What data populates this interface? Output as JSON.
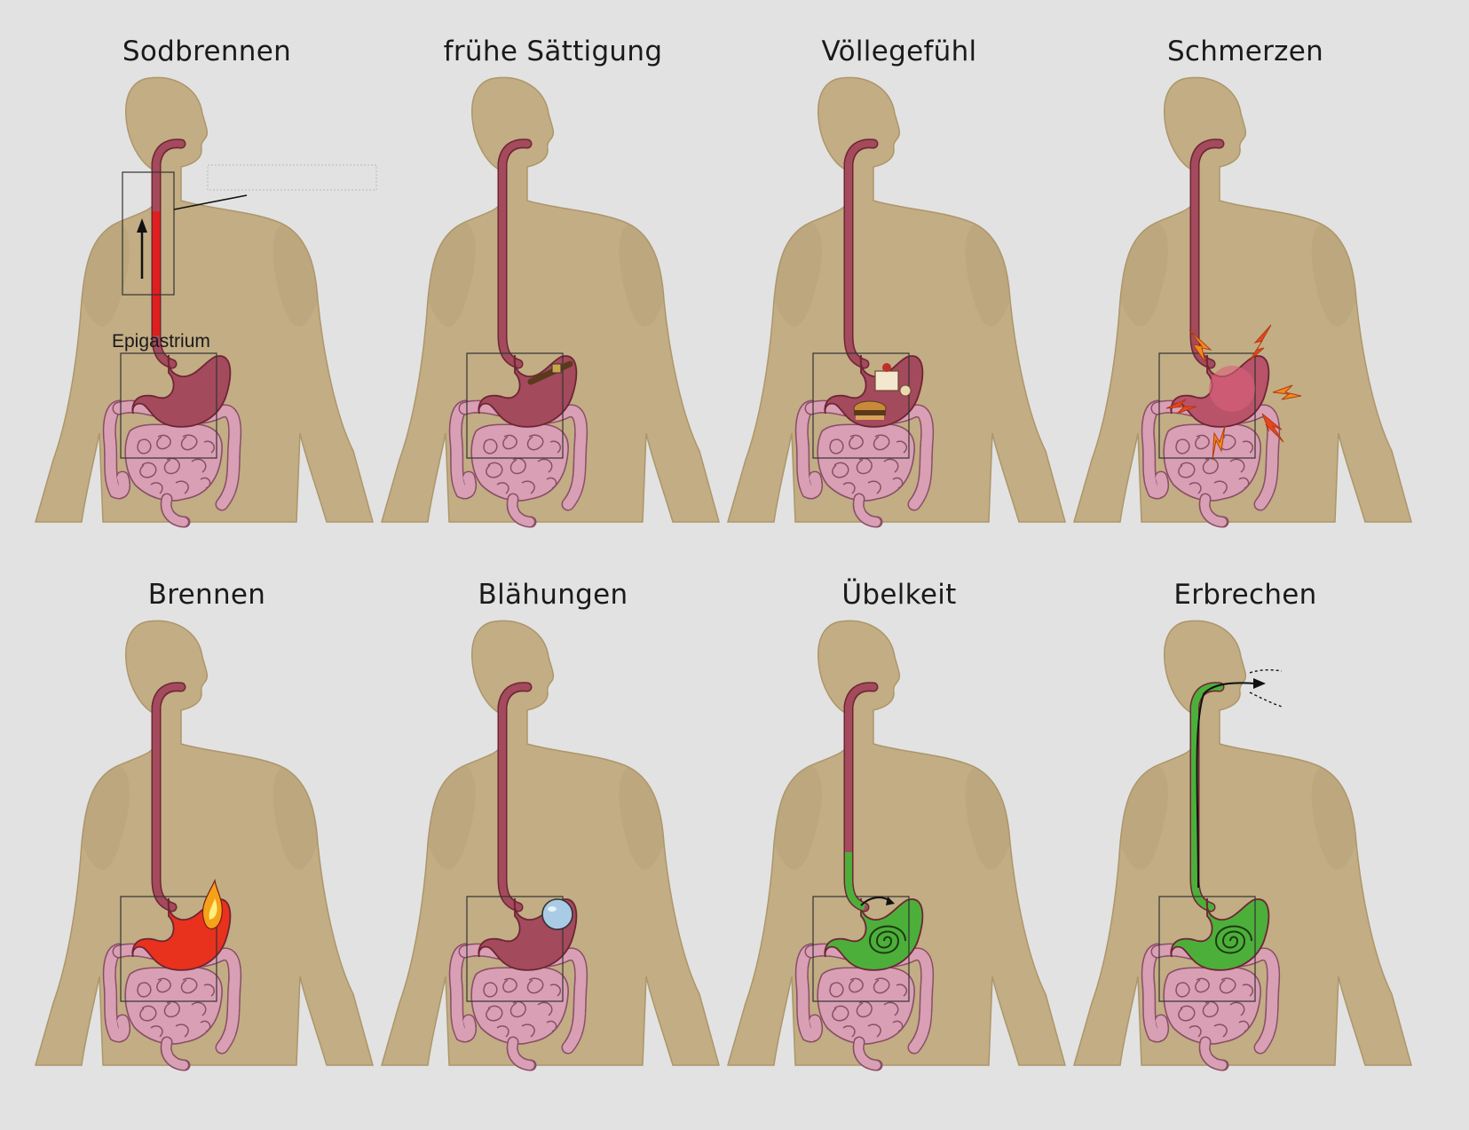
{
  "figure": {
    "background": "#e2e2e2",
    "colors": {
      "body": "#c2ad84",
      "body_shade": "#ad966a",
      "organ": "#a34a5c",
      "organ_dark": "#6e2534",
      "intestine": "#d9a0b5",
      "intestine_dark": "#8a4f66",
      "acid_red": "#e01e1e",
      "fire_red": "#e8321e",
      "fire_orange": "#f5a21a",
      "nausea_green": "#4caf3a",
      "bubble_blue": "#a9cbe6",
      "bolt_orange": "#f28c1a",
      "bolt_red": "#e8461f"
    },
    "annotations": {
      "epigastrium_label": "Epigastrium"
    },
    "panels": [
      {
        "id": "sodbrennen",
        "title": "Sodbrennen",
        "symbol": "arrow-up-icon"
      },
      {
        "id": "fruehe-saettigung",
        "title": "frühe Sättigung",
        "symbol": "belt-icon"
      },
      {
        "id": "voellegefuehl",
        "title": "Völlegefühl",
        "symbol": "food-icon"
      },
      {
        "id": "schmerzen",
        "title": "Schmerzen",
        "symbol": "lightning-icon"
      },
      {
        "id": "brennen",
        "title": "Brennen",
        "symbol": "flame-icon"
      },
      {
        "id": "blaehungen",
        "title": "Blähungen",
        "symbol": "gas-bubble-icon"
      },
      {
        "id": "uebelkeit",
        "title": "Übelkeit",
        "symbol": "spiral-icon"
      },
      {
        "id": "erbrechen",
        "title": "Erbrechen",
        "symbol": "vomit-arrow-icon"
      }
    ]
  }
}
